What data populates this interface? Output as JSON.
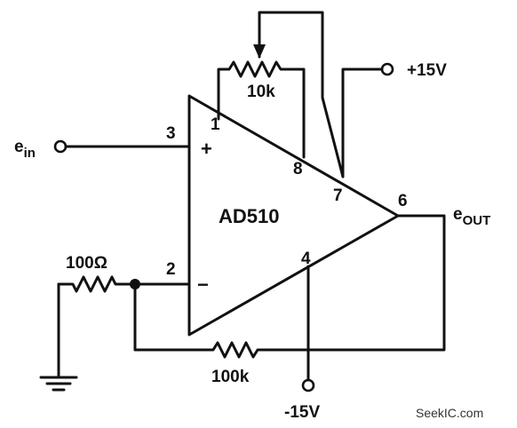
{
  "opamp": {
    "name": "AD510",
    "pins": {
      "p1": "1",
      "p2": "2",
      "p3": "3",
      "p4": "4",
      "p6": "6",
      "p7": "7",
      "p8": "8"
    },
    "plus_sign": "+",
    "minus_sign": "−"
  },
  "labels": {
    "input_main": "e",
    "input_sub": "in",
    "output_main": "e",
    "output_sub": "OUT",
    "supply_positive": "+15V",
    "supply_negative": "-15V"
  },
  "components": {
    "trim_pot": "10k",
    "input_resistor": "100Ω",
    "feedback_resistor": "100k"
  },
  "watermark": "SeekIC.com"
}
